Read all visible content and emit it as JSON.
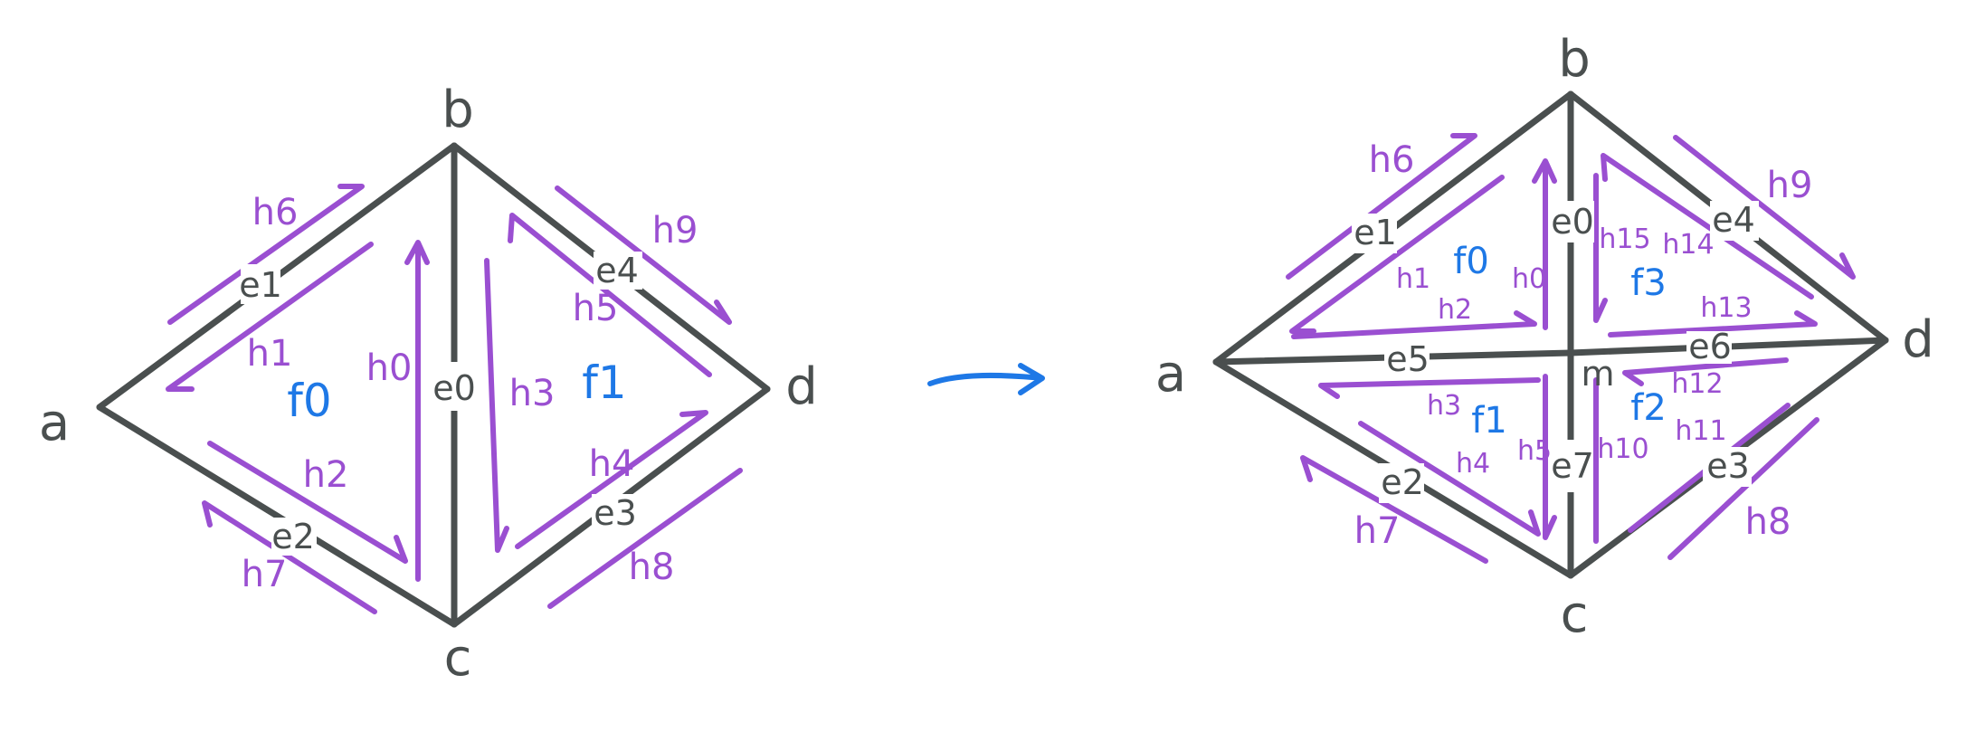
{
  "colors": {
    "edge": "#4a4f4f",
    "halfedge": "#9a4fd1",
    "face": "#1e78e6",
    "arrow": "#1e78e6",
    "background": "#ffffff"
  },
  "left": {
    "vertices": {
      "a": "a",
      "b": "b",
      "c": "c",
      "d": "d"
    },
    "edges": {
      "e0": "e0",
      "e1": "e1",
      "e2": "e2",
      "e3": "e3",
      "e4": "e4"
    },
    "halfedges": {
      "h0": "h0",
      "h1": "h1",
      "h2": "h2",
      "h3": "h3",
      "h4": "h4",
      "h5": "h5",
      "h6": "h6",
      "h7": "h7",
      "h8": "h8",
      "h9": "h9"
    },
    "faces": {
      "f0": "f0",
      "f1": "f1"
    }
  },
  "right": {
    "vertices": {
      "a": "a",
      "b": "b",
      "c": "c",
      "d": "d",
      "m": "m"
    },
    "edges": {
      "e0": "e0",
      "e1": "e1",
      "e2": "e2",
      "e3": "e3",
      "e4": "e4",
      "e5": "e5",
      "e6": "e6",
      "e7": "e7"
    },
    "halfedges": {
      "h0": "h0",
      "h1": "h1",
      "h2": "h2",
      "h3": "h3",
      "h4": "h4",
      "h5": "h5",
      "h6": "h6",
      "h7": "h7",
      "h8": "h8",
      "h9": "h9",
      "h10": "h10",
      "h11": "h11",
      "h12": "h12",
      "h13": "h13",
      "h14": "h14",
      "h15": "h15"
    },
    "faces": {
      "f0": "f0",
      "f1": "f1",
      "f2": "f2",
      "f3": "f3"
    }
  }
}
